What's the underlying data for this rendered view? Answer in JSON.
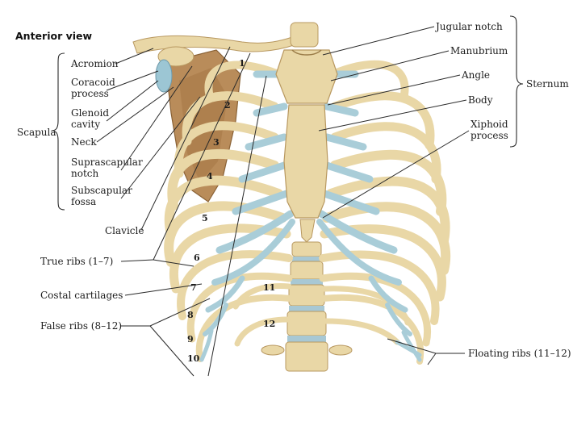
{
  "title": "Anterior view",
  "groups": {
    "scapula": "Scapula",
    "sternum": "Sternum"
  },
  "labels": {
    "acromion": "Acromion",
    "coracoid_1": "Coracoid",
    "coracoid_2": "process",
    "glenoid_1": "Glenoid",
    "glenoid_2": "cavity",
    "neck": "Neck",
    "suprascapular_1": "Suprascapular",
    "suprascapular_2": "notch",
    "subscapular_1": "Subscapular",
    "subscapular_2": "fossa",
    "clavicle": "Clavicle",
    "true_ribs": "True ribs (1–7)",
    "costal_cartilages": "Costal cartilages",
    "false_ribs": "False ribs (8–12)",
    "jugular_notch": "Jugular notch",
    "manubrium": "Manubrium",
    "angle": "Angle",
    "body": "Body",
    "xiphoid_1": "Xiphoid",
    "xiphoid_2": "process",
    "floating_ribs": "Floating ribs (11–12)"
  },
  "rib_numbers": [
    "1",
    "2",
    "3",
    "4",
    "5",
    "6",
    "7",
    "8",
    "9",
    "10",
    "11",
    "12"
  ],
  "colors": {
    "bone": "#e9d7a6",
    "bone_shadow": "#c9a96c",
    "cartilage": "#a9cdd8",
    "scapula": "#b98c5a",
    "disc": "#a8c8d4"
  }
}
